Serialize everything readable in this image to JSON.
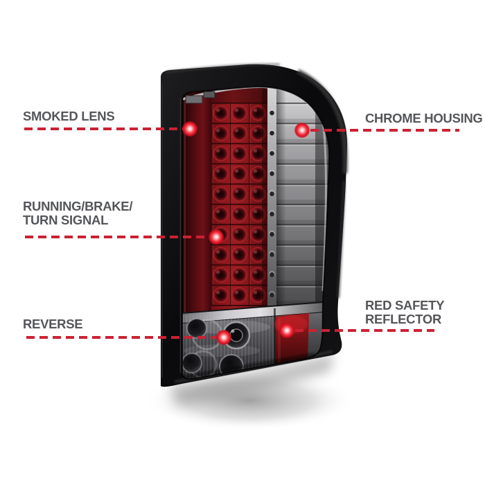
{
  "image_subject": "led-tail-light-annotated-diagram",
  "colors": {
    "background": "#ffffff",
    "callout_dash": "#cb2133",
    "callout_dot_core": "#ffffff",
    "callout_dot_glow": "#d5101f",
    "label_text": "#55565a",
    "lens_red": "#9c1c21",
    "housing_black": "#0d0d0f",
    "chrome_silver": "#c9c9cc"
  },
  "callouts": {
    "smoked_lens": {
      "label": "SMOKED LENS"
    },
    "chrome_housing": {
      "label": "CHROME HOUSING"
    },
    "running_brake_turn_signal": {
      "line1": "RUNNING/BRAKE/",
      "line2": "TURN SIGNAL"
    },
    "reverse": {
      "label": "REVERSE"
    },
    "red_safety_reflector": {
      "line1": "RED SAFETY",
      "line2": "REFLECTOR"
    }
  }
}
